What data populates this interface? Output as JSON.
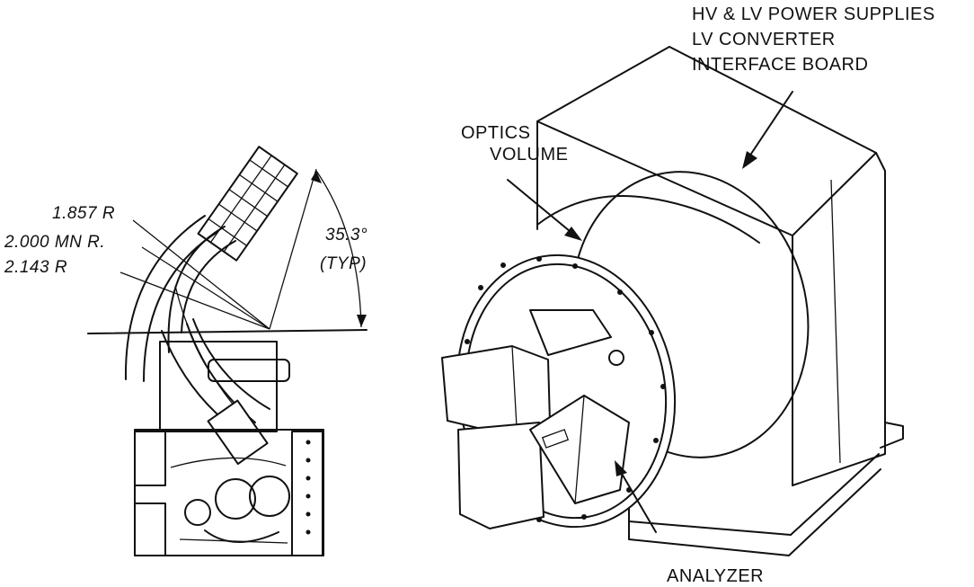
{
  "labels": {
    "supplies": [
      "HV & LV POWER SUPPLIES",
      "LV CONVERTER",
      "INTERFACE BOARD"
    ],
    "optics": [
      "OPTICS",
      "VOLUME"
    ],
    "analyzer": "ANALYZER"
  },
  "dimensions": {
    "r1": "1.857 R",
    "r2": "2.000 MN R.",
    "r3": "2.143 R",
    "angle": "35.3°",
    "angle_note": "(TYP)"
  },
  "colors": {
    "ink": "#111111",
    "paper": "#ffffff"
  }
}
